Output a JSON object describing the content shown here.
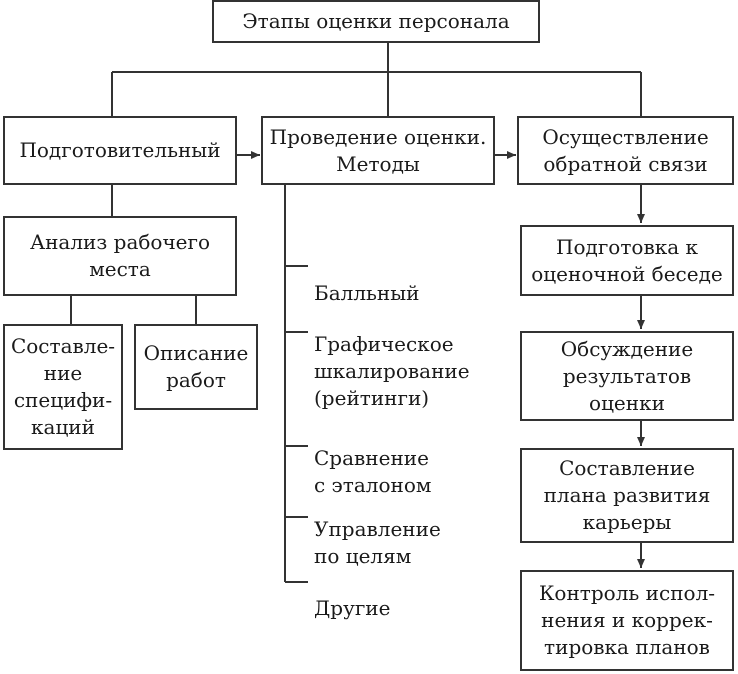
{
  "diagram": {
    "root": "Этапы оценки персонала",
    "stages": {
      "preparatory": "Подготовительный",
      "assessment": "Проведение оценки.\nМетоды",
      "feedback": "Осуществление\nобратной связи"
    },
    "preparatory_children": {
      "job_analysis": "Анализ рабочего\nместа",
      "specifications": "Составле-\nние\nспецифи-\nкаций",
      "job_description": "Описание\nработ"
    },
    "methods": [
      "Балльный",
      "Графическое\nшкалирование\n(рейтинги)",
      "Сравнение\nс эталоном",
      "Управление\nпо целям",
      "Другие"
    ],
    "feedback_steps": [
      "Подготовка к\nоценочной беседе",
      "Обсуждение\nрезультатов\nоценки",
      "Составление\nплана развития\nкарьеры",
      "Контроль испол-\nнения и коррек-\nтировка планов"
    ]
  }
}
